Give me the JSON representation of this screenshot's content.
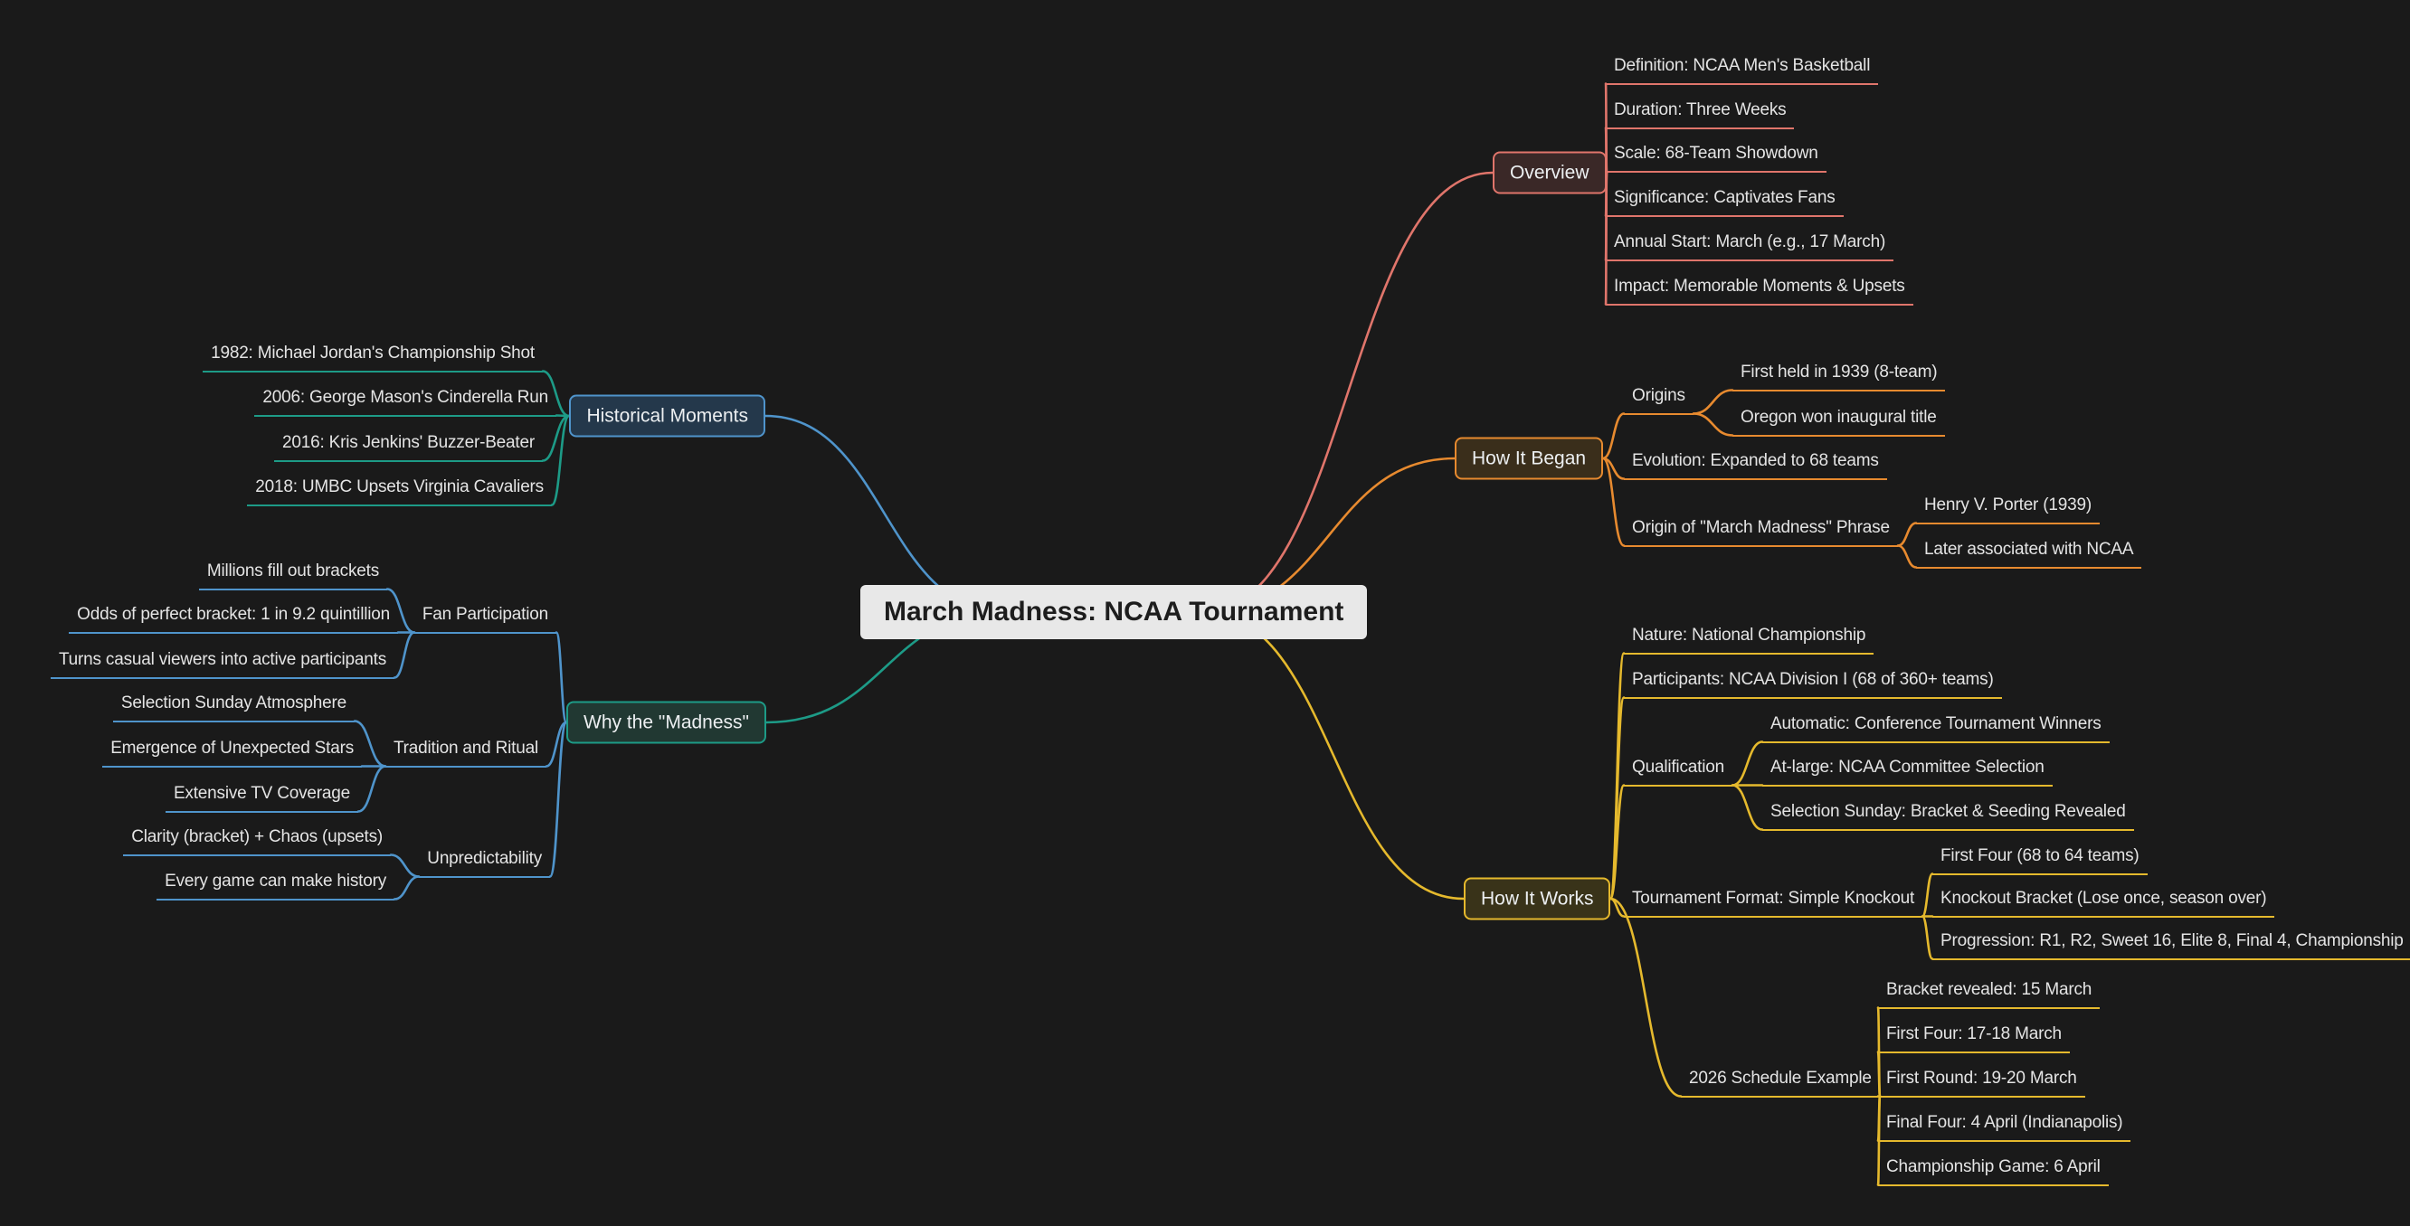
{
  "theme": {
    "background": "#1a1a1a",
    "center_fill": "#e8e8e8",
    "center_text": "#1d1d1d",
    "label_text": "#e4e4e4",
    "box_text": "#eceff1"
  },
  "root": {
    "label": "March Madness: NCAA Tournament"
  },
  "branches": [
    {
      "id": "overview",
      "label": "Overview",
      "color": "#e0756b",
      "fill": "#3a2827",
      "children": [
        {
          "label": "Definition: NCAA Men's Basketball"
        },
        {
          "label": "Duration: Three Weeks"
        },
        {
          "label": "Scale: 68-Team Showdown"
        },
        {
          "label": "Significance: Captivates Fans"
        },
        {
          "label": "Annual Start: March (e.g., 17 March)"
        },
        {
          "label": "Impact: Memorable Moments & Upsets"
        }
      ]
    },
    {
      "id": "how-it-began",
      "label": "How It Began",
      "color": "#e78a2f",
      "fill": "#3a2e1b",
      "children": [
        {
          "label": "Origins",
          "children": [
            {
              "label": "First held in 1939 (8-team)"
            },
            {
              "label": "Oregon won inaugural title"
            }
          ]
        },
        {
          "label": "Evolution: Expanded to 68 teams"
        },
        {
          "label": "Origin of \"March Madness\" Phrase",
          "children": [
            {
              "label": "Henry V. Porter (1939)"
            },
            {
              "label": "Later associated with NCAA"
            }
          ]
        }
      ]
    },
    {
      "id": "how-it-works",
      "label": "How It Works",
      "color": "#e5b92d",
      "fill": "#393319",
      "children": [
        {
          "label": "Nature: National Championship"
        },
        {
          "label": "Participants: NCAA Division I (68 of 360+ teams)"
        },
        {
          "label": "Qualification",
          "children": [
            {
              "label": "Automatic: Conference Tournament Winners"
            },
            {
              "label": "At-large: NCAA Committee Selection"
            },
            {
              "label": "Selection Sunday: Bracket & Seeding Revealed"
            }
          ]
        },
        {
          "label": "Tournament Format: Simple Knockout",
          "children": [
            {
              "label": "First Four (68 to 64 teams)"
            },
            {
              "label": "Knockout Bracket (Lose once, season over)"
            },
            {
              "label": "Progression: R1, R2, Sweet 16, Elite 8, Final 4, Championship"
            }
          ]
        },
        {
          "label": "2026 Schedule Example",
          "children": [
            {
              "label": "Bracket revealed: 15 March"
            },
            {
              "label": "First Four: 17-18 March"
            },
            {
              "label": "First Round: 19-20 March"
            },
            {
              "label": "Final Four: 4 April (Indianapolis)"
            },
            {
              "label": "Championship Game: 6 April"
            }
          ]
        }
      ]
    },
    {
      "id": "historical-moments",
      "label": "Historical Moments",
      "color": "#4f94cb",
      "fill": "#24384b",
      "child_color": "#1d9b87",
      "children": [
        {
          "label": "1982: Michael Jordan's Championship Shot"
        },
        {
          "label": "2006: George Mason's Cinderella Run"
        },
        {
          "label": "2016: Kris Jenkins' Buzzer-Beater"
        },
        {
          "label": "2018: UMBC Upsets Virginia Cavaliers"
        }
      ]
    },
    {
      "id": "why-the-madness",
      "label": "Why the \"Madness\"",
      "color": "#1d9b87",
      "fill": "#213832",
      "child_color": "#4f94cb",
      "children": [
        {
          "label": "Fan Participation",
          "children": [
            {
              "label": "Millions fill out brackets"
            },
            {
              "label": "Odds of perfect bracket: 1 in 9.2 quintillion"
            },
            {
              "label": "Turns casual viewers into active participants"
            }
          ]
        },
        {
          "label": "Tradition and Ritual",
          "children": [
            {
              "label": "Selection Sunday Atmosphere"
            },
            {
              "label": "Emergence of Unexpected Stars"
            },
            {
              "label": "Extensive TV Coverage"
            }
          ]
        },
        {
          "label": "Unpredictability",
          "children": [
            {
              "label": "Clarity (bracket) + Chaos (upsets)"
            },
            {
              "label": "Every game can make history"
            }
          ]
        }
      ]
    }
  ]
}
